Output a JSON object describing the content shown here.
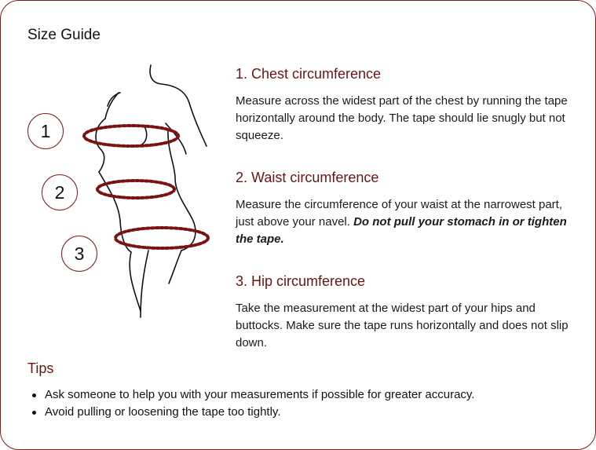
{
  "title": "Size Guide",
  "markers": [
    "1",
    "2",
    "3"
  ],
  "sections": [
    {
      "heading": "1. Chest circumference",
      "body": "Measure across the widest part of the chest by running the tape horizontally around the body. The tape should lie snugly but not squeeze."
    },
    {
      "heading": "2. Waist circumference",
      "body": "Measure the circumference of your waist at the narrowest part, just above your navel.",
      "emphasis": "Do not pull your stomach in or tighten the tape."
    },
    {
      "heading": "3. Hip circumference",
      "body": "Take the measurement at the widest part of your hips and buttocks. Make sure the tape runs horizontally and does not slip down."
    }
  ],
  "tips": {
    "title": "Tips",
    "items": [
      "Ask someone to help you with your measurements if possible for greater accuracy.",
      "Avoid pulling or loosening the tape too tightly."
    ]
  },
  "colors": {
    "accent": "#6b1414",
    "border": "#7a1f1f",
    "text": "#111111"
  }
}
